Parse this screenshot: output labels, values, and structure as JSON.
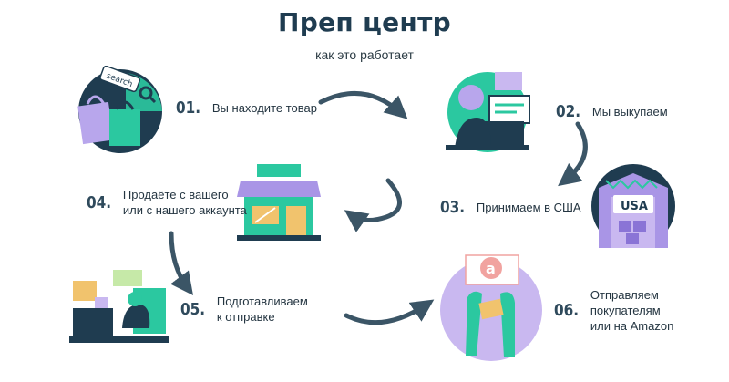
{
  "header": {
    "title": "Преп центр",
    "subtitle": "как это работает"
  },
  "steps": [
    {
      "num": "01.",
      "label": "Вы находите товар"
    },
    {
      "num": "02.",
      "label": "Мы выкупаем"
    },
    {
      "num": "03.",
      "label": "Принимаем в США"
    },
    {
      "num": "04.",
      "label": "Продаёте с вашего\nили с нашего аккаунта"
    },
    {
      "num": "05.",
      "label": "Подготавливаем\nк отправке"
    },
    {
      "num": "06.",
      "label": "Отправляем\nпокупателям\nили на Amazon"
    }
  ],
  "illustrations": {
    "search_tag": "search",
    "warehouse_sign": "USA",
    "amazon_letter": "a"
  },
  "colors": {
    "navy": "#1f3c50",
    "teal": "#2bc8a0",
    "purple": "#a995e6",
    "lavender": "#c9b8f0",
    "arrow": "#3b5566"
  }
}
